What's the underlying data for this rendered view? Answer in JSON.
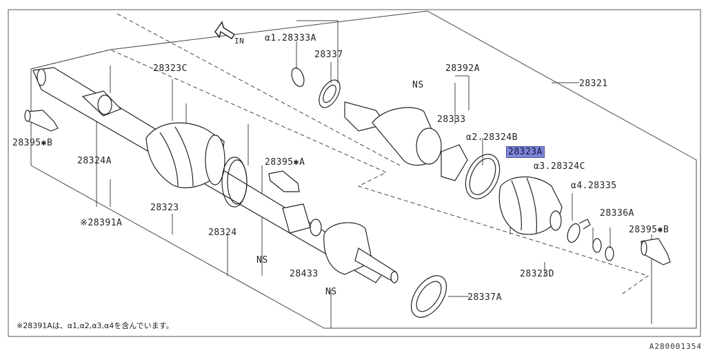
{
  "labels": {
    "in": "IN",
    "a1_28333A": "α1.28333A",
    "p28337": "28337",
    "p28323C": "28323C",
    "ns_top": "NS",
    "p28392A": "28392A",
    "p28321": "28321",
    "p28333": "28333",
    "a2_28324B": "α2.28324B",
    "p28323A": "28323A",
    "a3_28324C": "α3.28324C",
    "a4_28335": "α4.28335",
    "p28336A": "28336A",
    "p28395B_right": "28395✱B",
    "p28395B_left": "28395✱B",
    "p28324A": "28324A",
    "p28395A": "28395✱A",
    "p28323": "28323",
    "p28391A": "※28391A",
    "p28324": "28324",
    "ns_mid": "NS",
    "p28433": "28433",
    "ns_low": "NS",
    "p28337A": "28337A",
    "p28323D": "28323D"
  },
  "footnote": "※28391Aは、α1,α2,α3,α4を含んでいます。",
  "ref_code": "A280001354",
  "highlight_color": "#7f86d8"
}
